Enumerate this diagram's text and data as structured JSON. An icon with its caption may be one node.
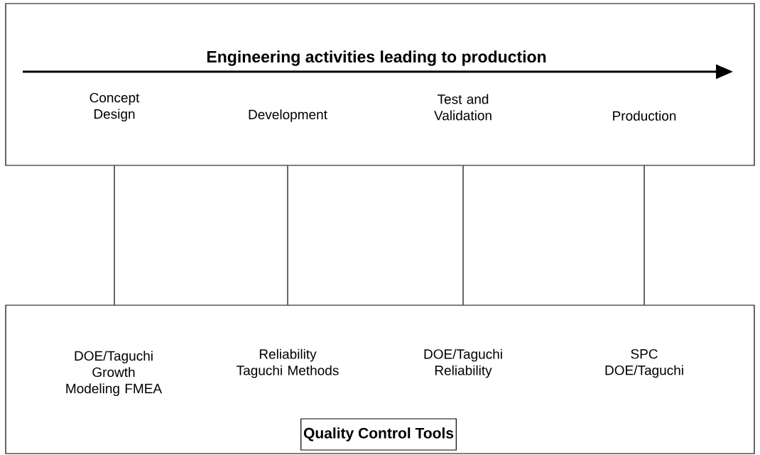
{
  "diagram": {
    "nodes": [
      {
        "text": [
          "Engineering activities leading to production"
        ]
      },
      {
        "text": [
          "Concept Design"
        ],
        "in": 0
      },
      {
        "text": [
          "Development"
        ],
        "in": 0
      },
      {
        "text": [
          "Test and Validation"
        ],
        "in": 0
      },
      {
        "text": [
          "Production"
        ],
        "in": 0
      },
      {
        "text": [],
        "shape": "box"
      },
      {
        "text": [
          "DOE/Taguchi Growth Modeling FMEA"
        ],
        "in": 5
      },
      {
        "text": [
          "Reliability Taguchi Methods"
        ],
        "in": 5
      },
      {
        "text": [
          "DOE/Taguchi Reliability"
        ],
        "in": 5
      },
      {
        "text": [
          "SPC DOE/Taguchi"
        ],
        "in": 5
      },
      {
        "text": [
          "Quality Control Tools"
        ],
        "in": 5
      }
    ],
    "edges": [
      {
        "from": 0,
        "to": 5,
        "arrow": "none"
      },
      {
        "from": 0,
        "to": 5,
        "arrow": "none"
      },
      {
        "from": 0,
        "to": 5,
        "arrow": "none"
      },
      {
        "from": 0,
        "to": 5,
        "arrow": "none"
      }
    ]
  }
}
